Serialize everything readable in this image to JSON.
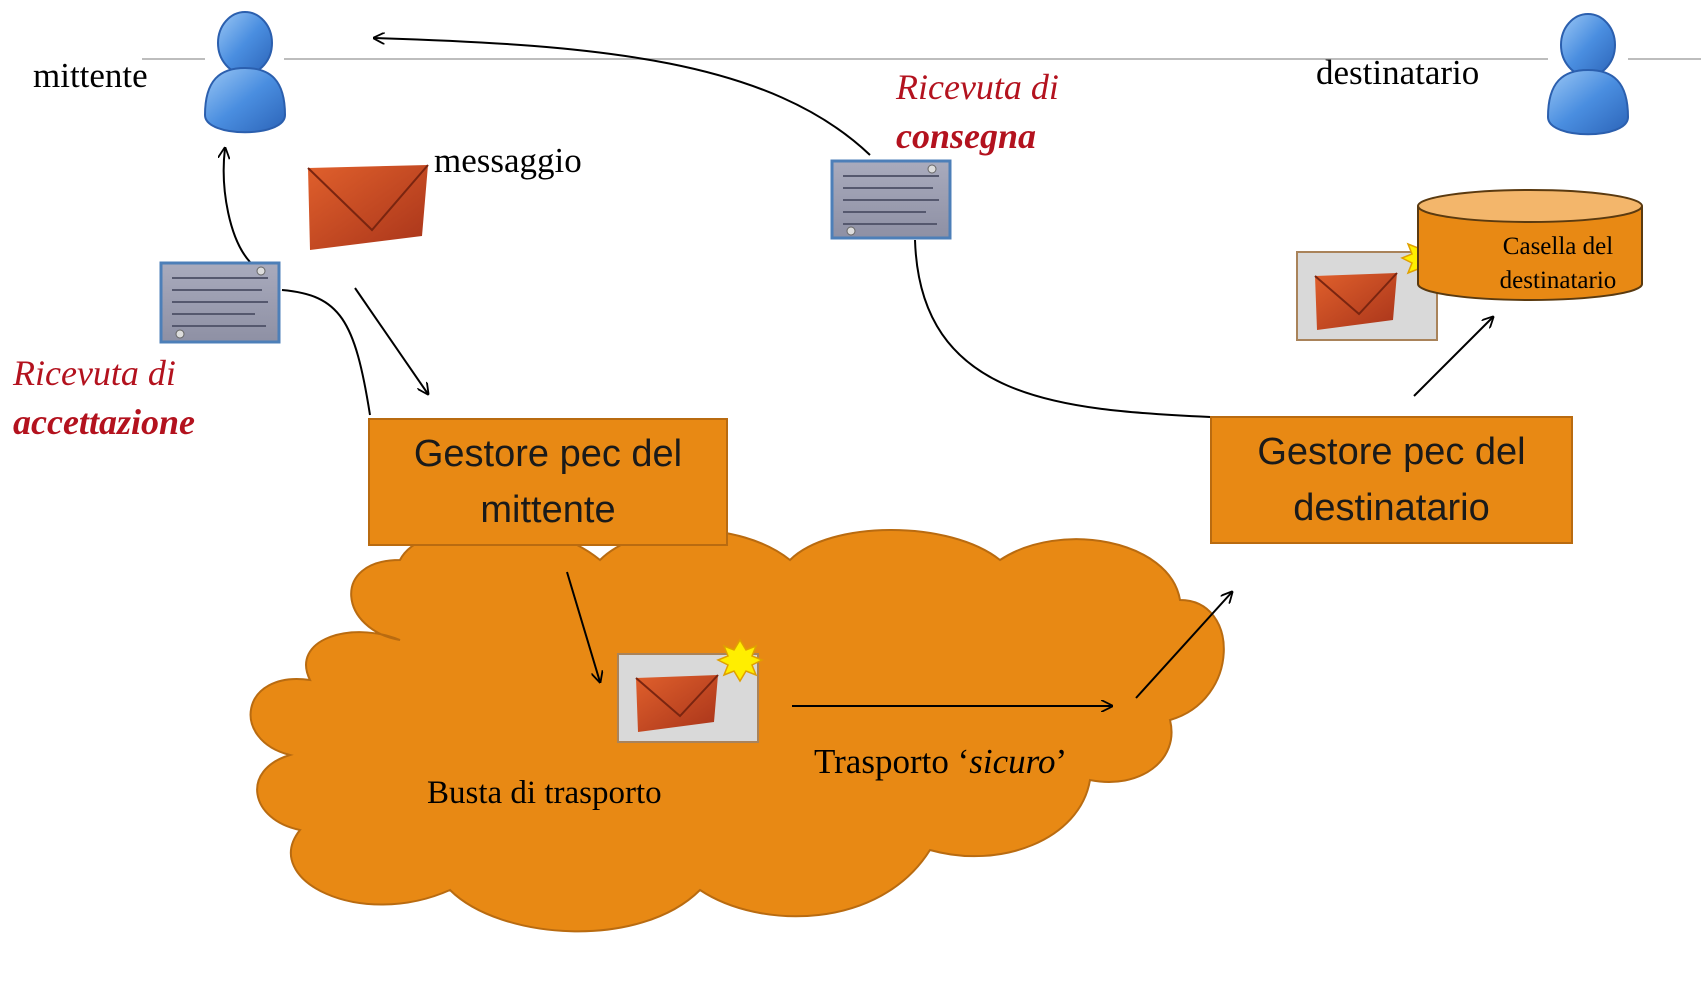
{
  "actors": {
    "sender": "mittente",
    "recipient": "destinatario"
  },
  "message_label": "messaggio",
  "receipt_acceptance": {
    "line1": "Ricevuta di",
    "line2": "accettazione"
  },
  "receipt_delivery": {
    "line1": "Ricevuta di",
    "line2": "consegna"
  },
  "sender_provider": {
    "line1": "Gestore pec del",
    "line2": "mittente"
  },
  "recipient_provider": {
    "line1": "Gestore pec del",
    "line2": "destinatario"
  },
  "mailbox": {
    "line1": "Casella del",
    "line2": "destinatario"
  },
  "envelope_label": "Busta di trasporto",
  "transport": {
    "prefix": "Trasporto ‘",
    "emphasis": "sicuro",
    "suffix": "’"
  },
  "colors": {
    "box_fill": "#e88914",
    "cloud_fill": "#e88914",
    "accent_red": "#b3121e",
    "person_blue": "#4a8ee0",
    "envelope_red": "#c4461f"
  },
  "icons": [
    "person-icon",
    "envelope-icon",
    "receipt-document-icon",
    "certified-envelope-icon",
    "seal-star-icon",
    "database-cylinder-icon",
    "cloud-shape"
  ]
}
